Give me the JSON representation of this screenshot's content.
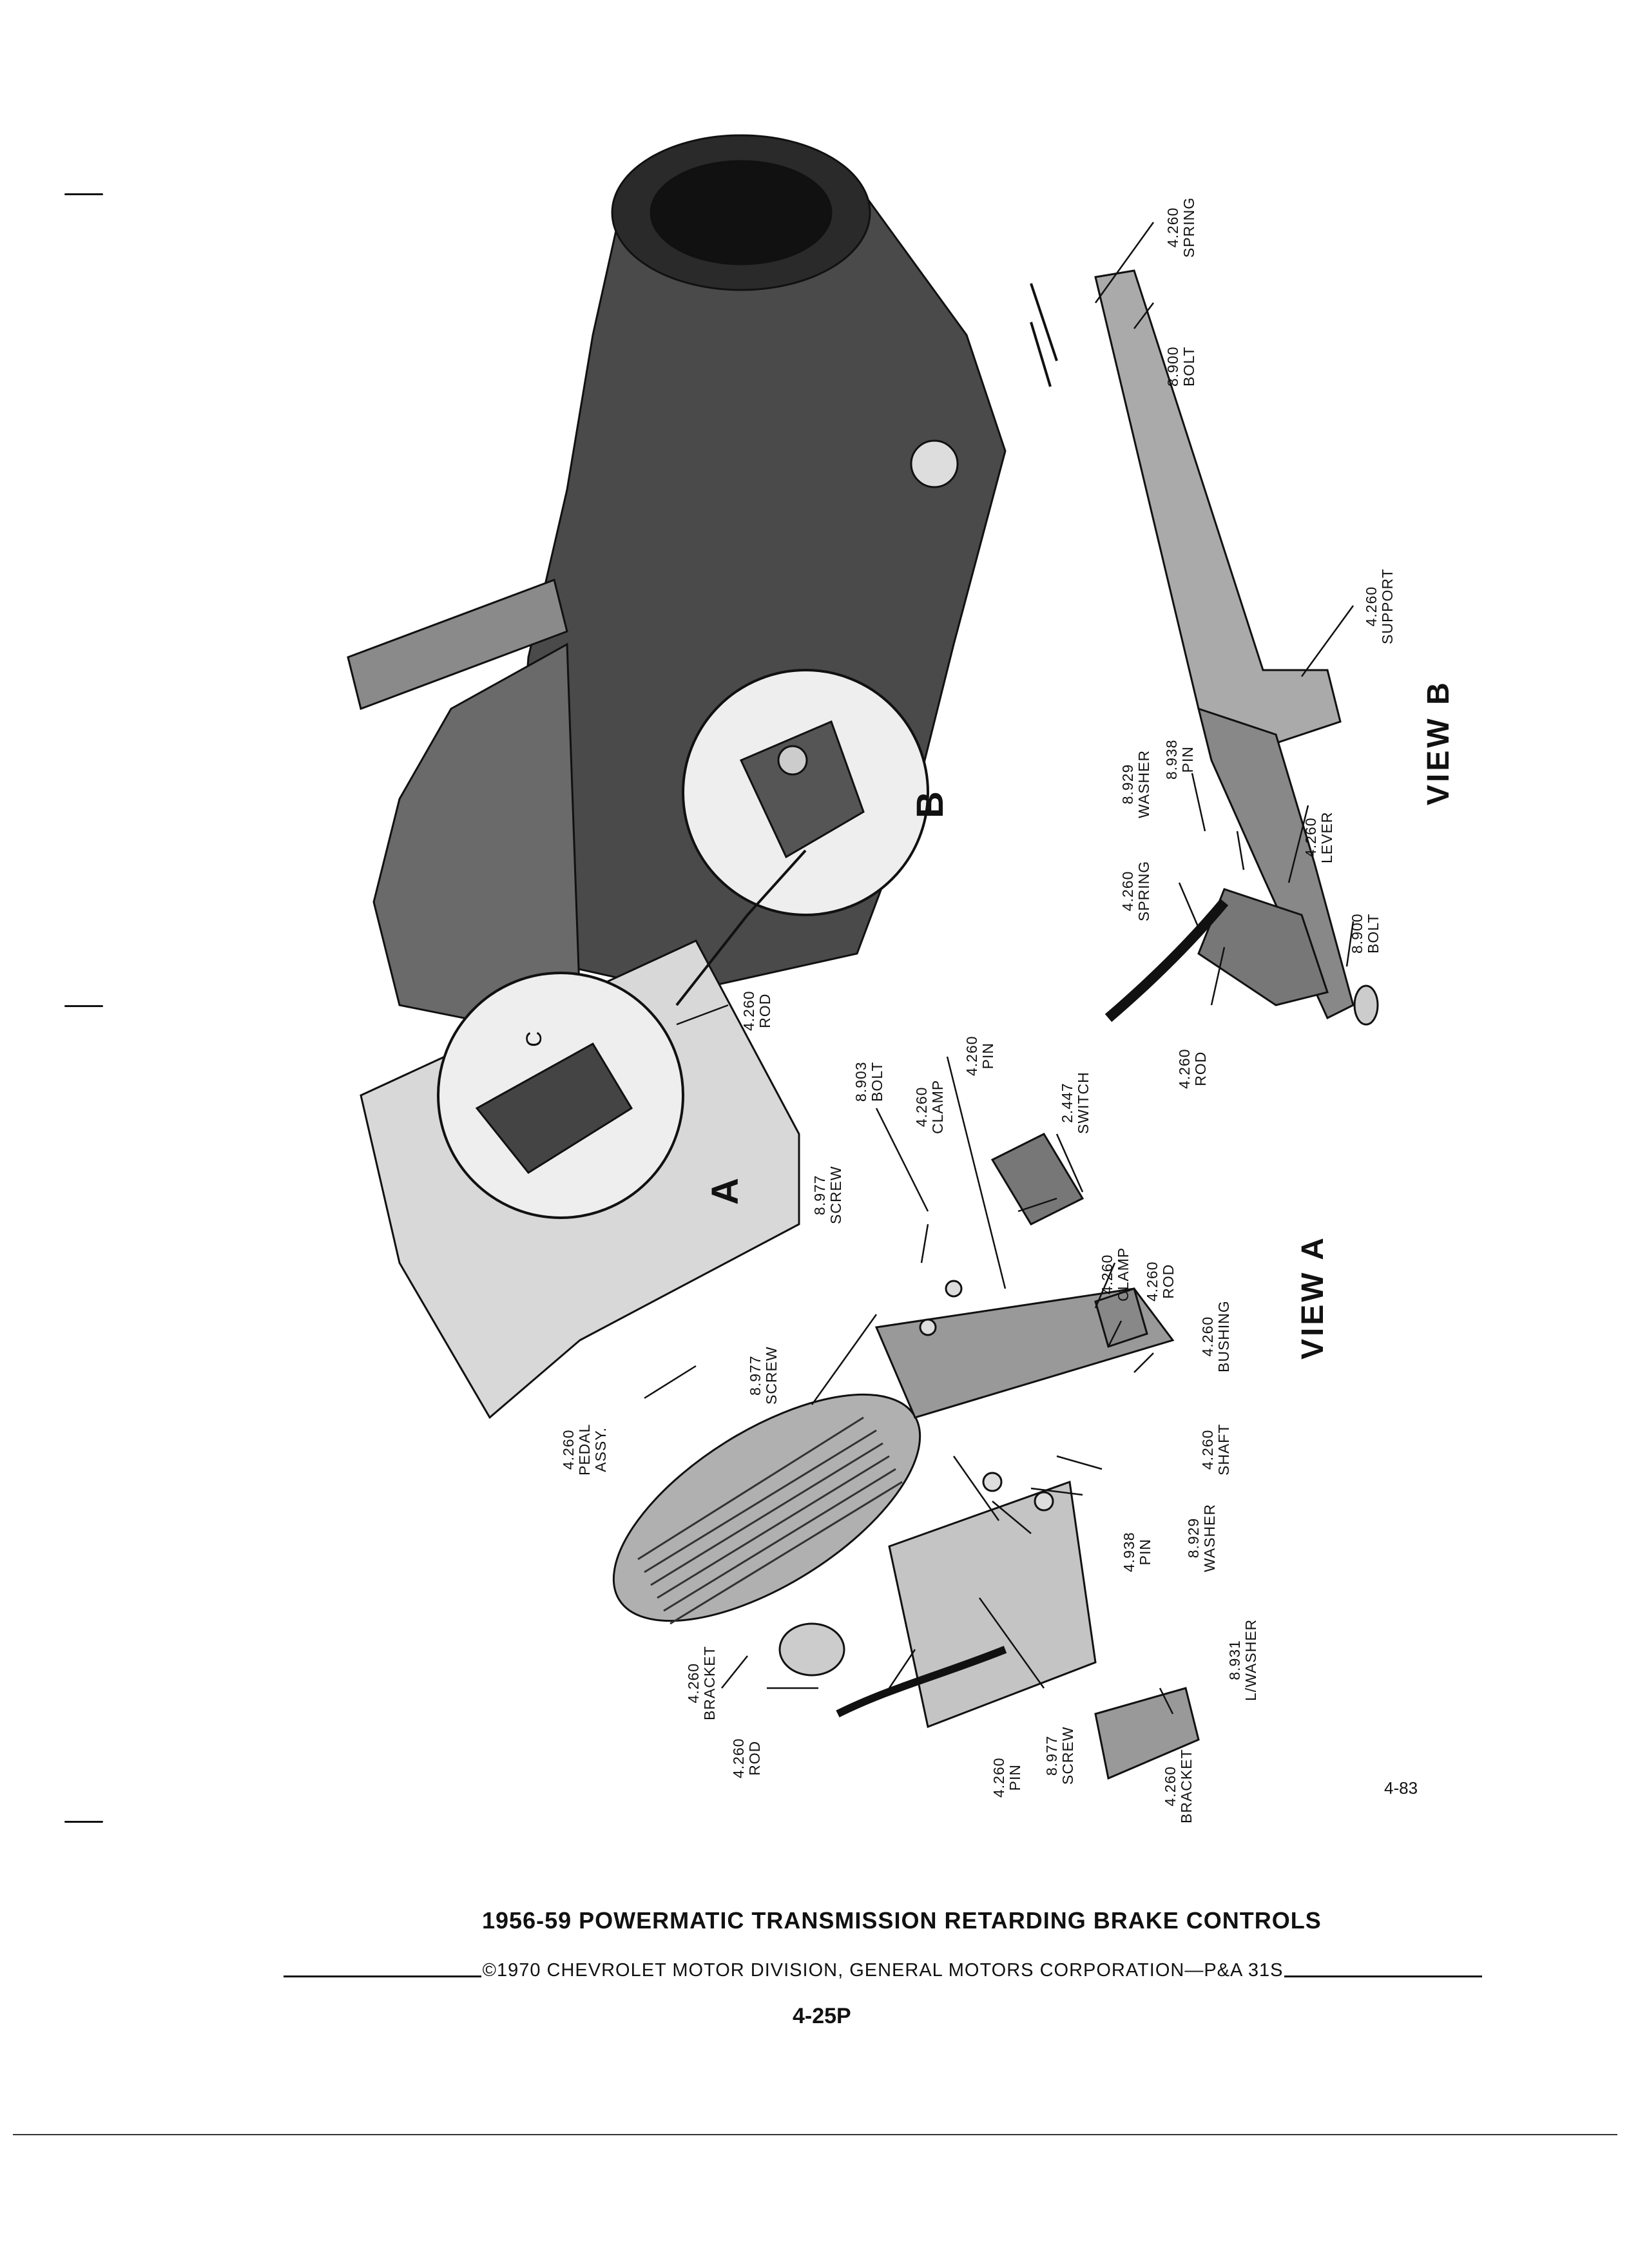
{
  "figure_number": "4-83",
  "page_title": "1956-59 POWERMATIC TRANSMISSION RETARDING BRAKE CONTROLS",
  "copyright": "©1970 CHEVROLET MOTOR DIVISION, GENERAL MOTORS CORPORATION—P&A 31S",
  "page_number": "4-25P",
  "views": {
    "a": "VIEW A",
    "b": "VIEW B"
  },
  "detail_markers": {
    "a": "A",
    "b": "B",
    "c": "C"
  },
  "callouts": [
    {
      "id": "spring-top",
      "code": "4.260",
      "name": "SPRING"
    },
    {
      "id": "bolt-top",
      "code": "8.900",
      "name": "BOLT"
    },
    {
      "id": "support",
      "code": "4.260",
      "name": "SUPPORT"
    },
    {
      "id": "washer-b",
      "code": "8.929",
      "name": "WASHER"
    },
    {
      "id": "pin-b",
      "code": "8.938",
      "name": "PIN"
    },
    {
      "id": "spring-b",
      "code": "4.260",
      "name": "SPRING"
    },
    {
      "id": "lever",
      "code": "4.260",
      "name": "LEVER"
    },
    {
      "id": "bolt-b",
      "code": "8.900",
      "name": "BOLT"
    },
    {
      "id": "rod-b",
      "code": "4.260",
      "name": "ROD"
    },
    {
      "id": "rod-main",
      "code": "4.260",
      "name": "ROD"
    },
    {
      "id": "bolt-a",
      "code": "8.903",
      "name": "BOLT"
    },
    {
      "id": "clamp-a1",
      "code": "4.260",
      "name": "CLAMP"
    },
    {
      "id": "pin-a1",
      "code": "4.260",
      "name": "PIN"
    },
    {
      "id": "switch",
      "code": "2.447",
      "name": "SWITCH"
    },
    {
      "id": "screw-a1",
      "code": "8.977",
      "name": "SCREW"
    },
    {
      "id": "clamp-a2",
      "code": "4.260",
      "name": "CLAMP"
    },
    {
      "id": "rod-a",
      "code": "4.260",
      "name": "ROD"
    },
    {
      "id": "bushing",
      "code": "4.260",
      "name": "BUSHING"
    },
    {
      "id": "screw-a2",
      "code": "8.977",
      "name": "SCREW"
    },
    {
      "id": "pedal",
      "code": "4.260",
      "name": "PEDAL",
      "extra": "ASSY."
    },
    {
      "id": "shaft",
      "code": "4.260",
      "name": "SHAFT"
    },
    {
      "id": "washer-a",
      "code": "8.929",
      "name": "WASHER"
    },
    {
      "id": "pin-a2",
      "code": "4.938",
      "name": "PIN"
    },
    {
      "id": "lwasher",
      "code": "8.931",
      "name": "L/WASHER"
    },
    {
      "id": "bracket-a1",
      "code": "4.260",
      "name": "BRACKET"
    },
    {
      "id": "rod-a2",
      "code": "4.260",
      "name": "ROD"
    },
    {
      "id": "pin-a3",
      "code": "4.260",
      "name": "PIN"
    },
    {
      "id": "screw-a3",
      "code": "8.977",
      "name": "SCREW"
    },
    {
      "id": "bracket-a2",
      "code": "4.260",
      "name": "BRACKET"
    }
  ]
}
